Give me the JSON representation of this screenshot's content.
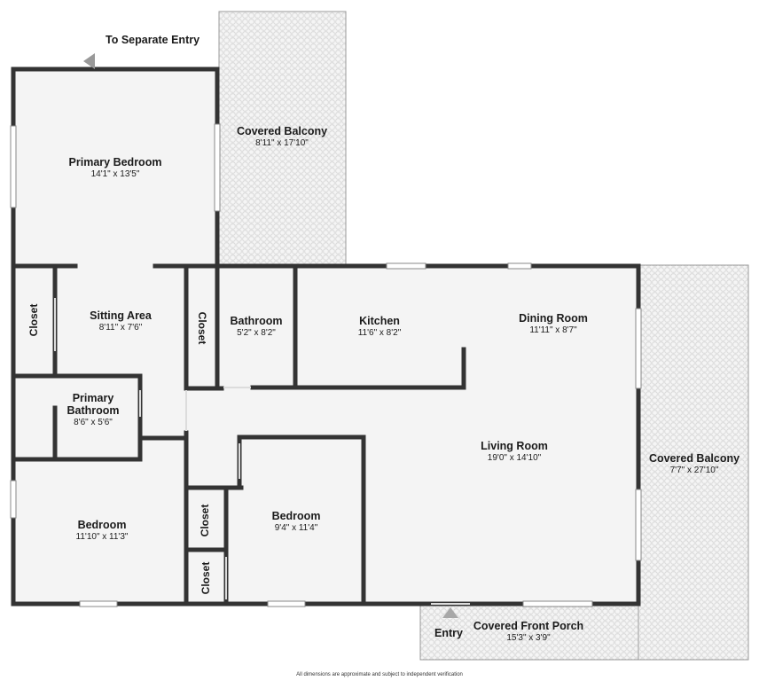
{
  "separate_entry_label": "To Separate Entry",
  "entry_label": "Entry",
  "rooms": {
    "covered_balcony_top": {
      "name": "Covered Balcony",
      "dims": "8'11\" x 17'10\""
    },
    "primary_bedroom": {
      "name": "Primary Bedroom",
      "dims": "14'1\" x 13'5\""
    },
    "sitting_area": {
      "name": "Sitting Area",
      "dims": "8'11\" x 7'6\""
    },
    "closet_sitting": {
      "name": "Closet"
    },
    "closet_hall": {
      "name": "Closet"
    },
    "bathroom": {
      "name": "Bathroom",
      "dims": "5'2\" x 8'2\""
    },
    "kitchen": {
      "name": "Kitchen",
      "dims": "11'6\" x 8'2\""
    },
    "dining_room": {
      "name": "Dining Room",
      "dims": "11'11\" x 8'7\""
    },
    "primary_bathroom": {
      "name_line1": "Primary",
      "name_line2": "Bathroom",
      "dims": "8'6\" x 5'6\""
    },
    "living_room": {
      "name": "Living Room",
      "dims": "19'0\" x 14'10\""
    },
    "covered_balcony_right": {
      "name": "Covered Balcony",
      "dims": "7'7\" x 27'10\""
    },
    "bedroom_left": {
      "name": "Bedroom",
      "dims": "11'10\" x 11'3\""
    },
    "bedroom_mid": {
      "name": "Bedroom",
      "dims": "9'4\" x 11'4\""
    },
    "closet_a": {
      "name": "Closet"
    },
    "closet_b": {
      "name": "Closet"
    },
    "covered_front_porch": {
      "name": "Covered Front Porch",
      "dims": "15'3\" x 3'9\""
    }
  },
  "disclaimer": "All dimensions are approximate and subject to independent verification",
  "colors": {
    "wall": "#333333",
    "floor": "#f4f4f4",
    "balcony": "#f2f2f2",
    "window": "#ffffff"
  }
}
